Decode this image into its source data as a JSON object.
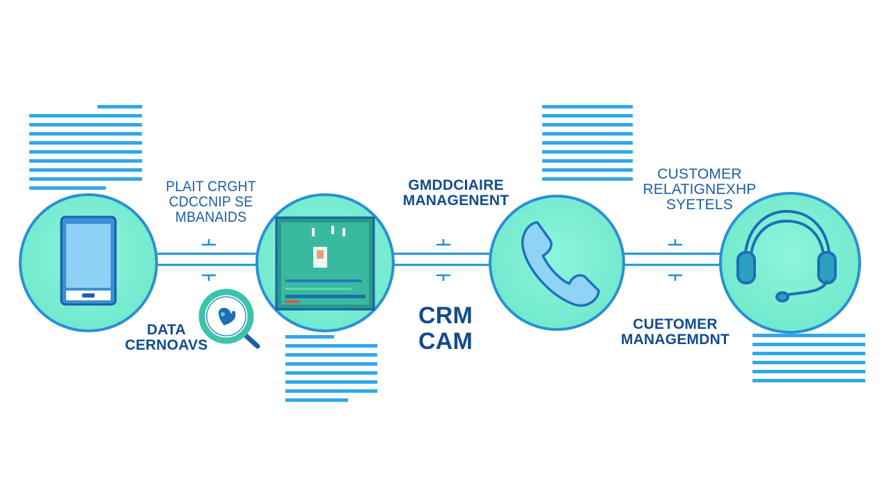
{
  "diagram": {
    "labels": {
      "plant": [
        "PLAIT CRGHT",
        "CDCCNIP SE",
        "MBANAIDS"
      ],
      "data": [
        "DATA",
        "CERNOAVS"
      ],
      "gmd": [
        "GMDDCIAIRE",
        "MANAGENENT"
      ],
      "crm": [
        "CRM",
        "CAM"
      ],
      "crs": [
        "CUSTOMER",
        "RELATIGNEXHP",
        "SYETELS"
      ],
      "cm": [
        "CUETOMER",
        "MANAGEMDNT"
      ]
    },
    "nodes": [
      {
        "name": "phone-node",
        "icon": "smartphone-icon"
      },
      {
        "name": "screen-node",
        "icon": "monitor-icon"
      },
      {
        "name": "call-node",
        "icon": "telephone-handset-icon"
      },
      {
        "name": "headset-node",
        "icon": "headset-icon"
      }
    ],
    "colors": {
      "line": "#1e8fd6",
      "ring": "#2a8fd4",
      "node_fill": "#7ef0d3",
      "text": "#1a5fa8",
      "text_dark": "#134c8c",
      "stripe": "#30a8e8"
    }
  }
}
